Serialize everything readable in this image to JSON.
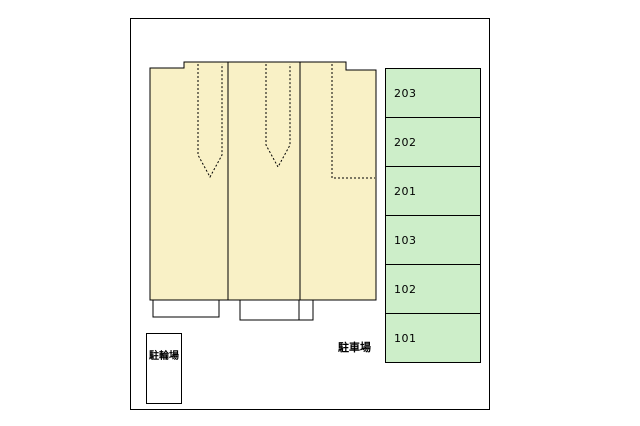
{
  "plan": {
    "parking_area_label": "駐車場",
    "bicycle_area_label": "駐輪場",
    "parking_spaces": [
      {
        "label": "203"
      },
      {
        "label": "202"
      },
      {
        "label": "201"
      },
      {
        "label": "103"
      },
      {
        "label": "102"
      },
      {
        "label": "101"
      }
    ],
    "colors": {
      "background": "#ffffff",
      "frame_outline": "#000000",
      "building_fill": "#f9f1c6",
      "building_outline": "#000000",
      "parking_fill": "#cdeec9",
      "parking_outline": "#000000"
    }
  }
}
